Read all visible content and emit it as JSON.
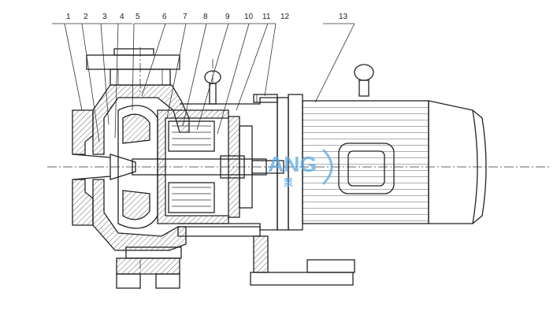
{
  "callouts": [
    "1",
    "2",
    "3",
    "4",
    "5",
    "6",
    "7",
    "8",
    "9",
    "10",
    "11",
    "12",
    "13"
  ],
  "watermark": {
    "text": "ANG",
    "subtext": "泵",
    "color": "#5aa9e6"
  },
  "colors": {
    "line": "#222222",
    "background": "#ffffff"
  }
}
